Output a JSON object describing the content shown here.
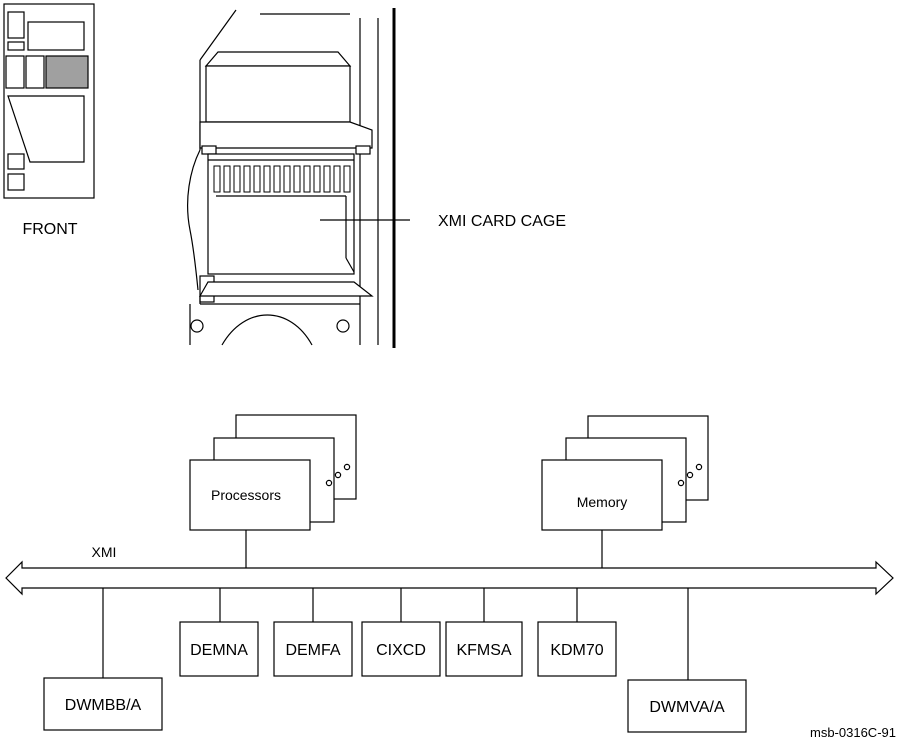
{
  "labels": {
    "front": "FRONT",
    "card_cage": "XMI CARD CAGE",
    "bus": "XMI",
    "processors": "Processors",
    "memory": "Memory",
    "figure_id": "msb-0316C-91"
  },
  "io_modules": {
    "dwmbb": "DWMBB/A",
    "demna": "DEMNA",
    "demfa": "DEMFA",
    "cixcd": "CIXCD",
    "kfmsa": "KFMSA",
    "kdm70": "KDM70",
    "dwmva": "DWMVA/A"
  },
  "colors": {
    "stroke": "#000000",
    "highlight_fill": "#a0a0a0",
    "background": "#ffffff"
  }
}
